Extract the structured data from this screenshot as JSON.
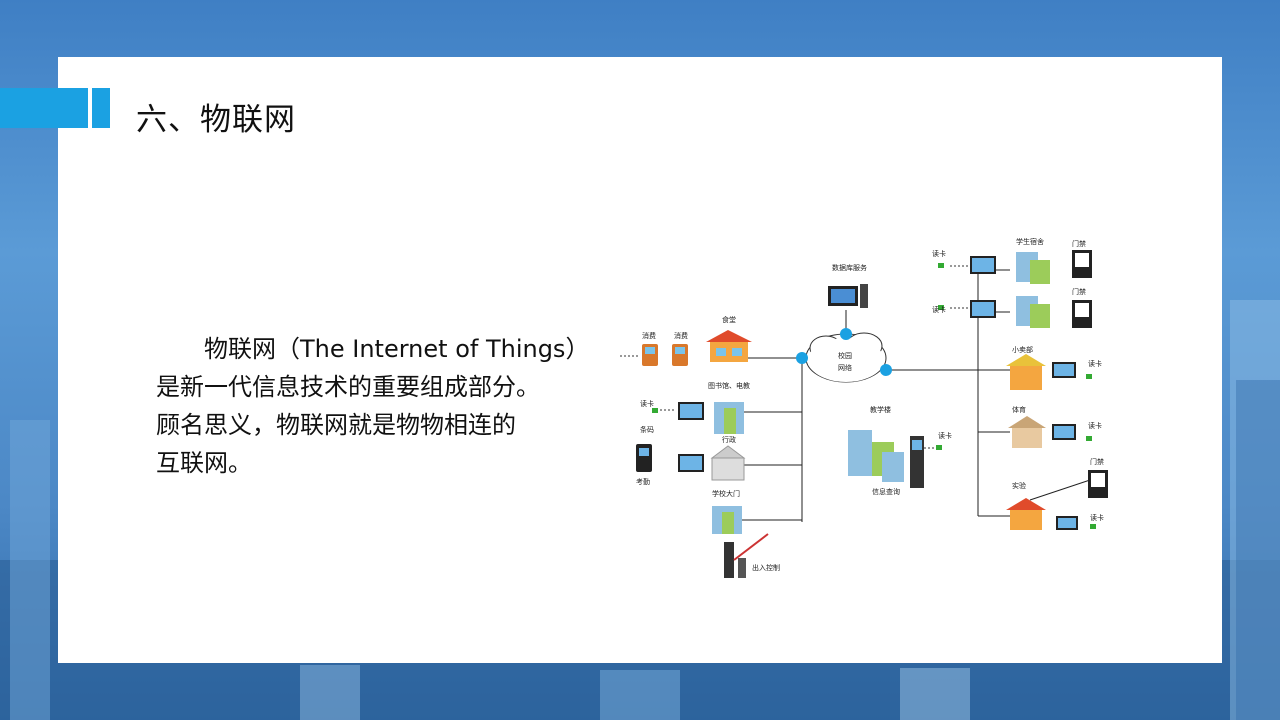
{
  "slide": {
    "title": "六、物联网",
    "paragraph_lines": [
      "物联网（The Internet of  Things）",
      "是新一代信息技术的重要组成部分。",
      "顾名思义，物联网就是物物相连的",
      "互联网。"
    ]
  },
  "diagram": {
    "labels": {
      "database": "数据库服务",
      "campus_network": "校园\n网络",
      "canteen": "食堂",
      "consume1": "消费",
      "consume2": "消费",
      "library": "图书馆、电教",
      "read_card_left": "读卡",
      "barcode": "条码",
      "admin": "行政",
      "attendance": "考勤",
      "school_gate": "学校大门",
      "access_control_gate": "出入控制",
      "teaching_building": "教学楼",
      "read_card_teaching": "读卡",
      "info_query": "信息查询",
      "dorm": "学生宿舍",
      "read_card_dorm1": "读卡",
      "read_card_dorm2": "读卡",
      "door1": "门禁",
      "door2": "门禁",
      "shop": "小卖部",
      "read_card_shop": "读卡",
      "sports": "体育",
      "read_card_sports": "读卡",
      "lab": "实验",
      "door_lab": "门禁",
      "read_card_lab": "读卡"
    }
  }
}
